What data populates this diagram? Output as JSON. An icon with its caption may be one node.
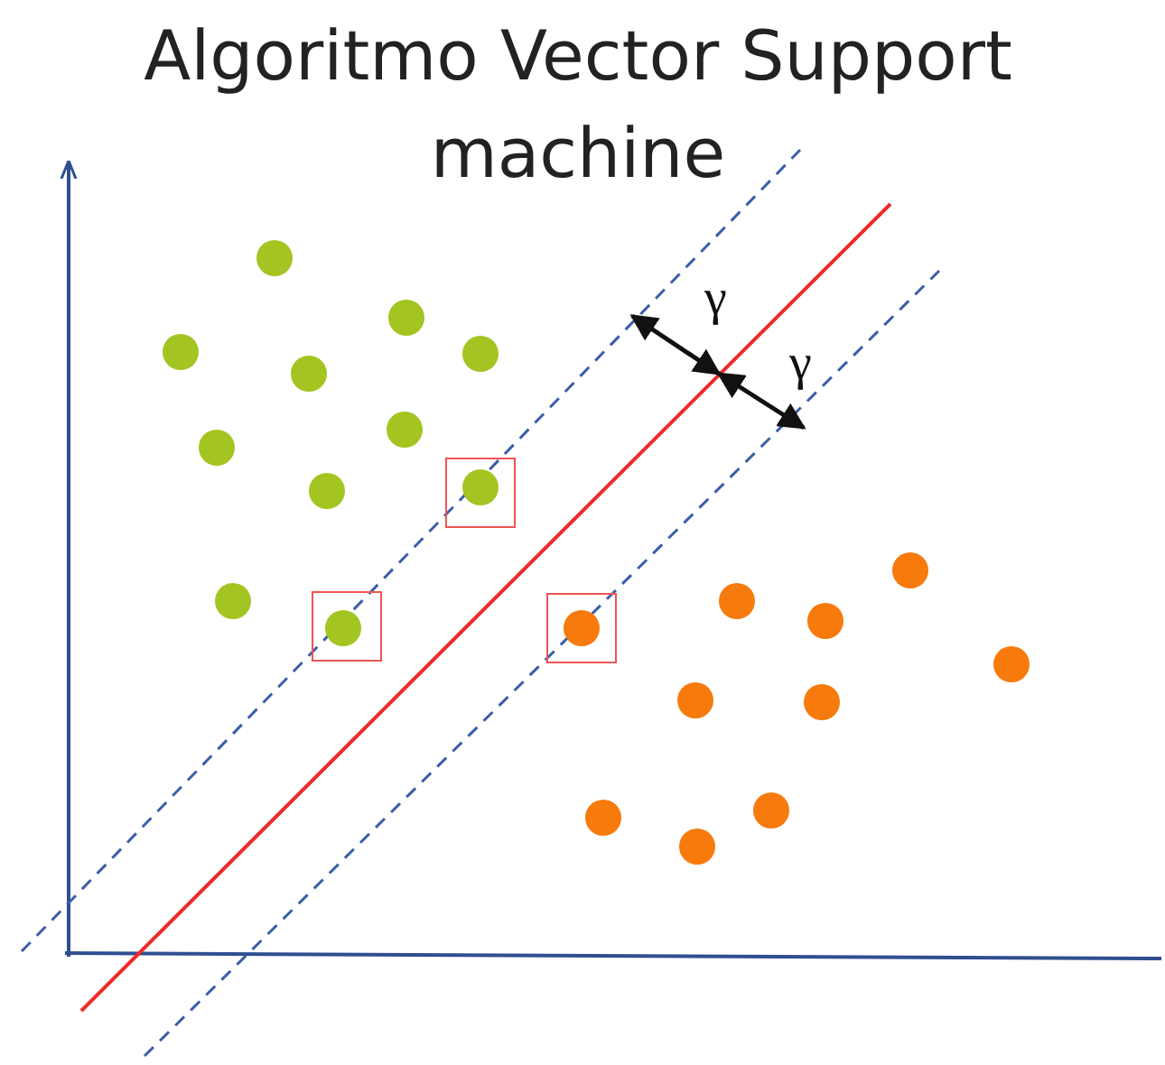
{
  "diagram": {
    "title": "Algoritmo Vector Support machine",
    "labels": [
      "γ",
      "γ"
    ]
  }
}
